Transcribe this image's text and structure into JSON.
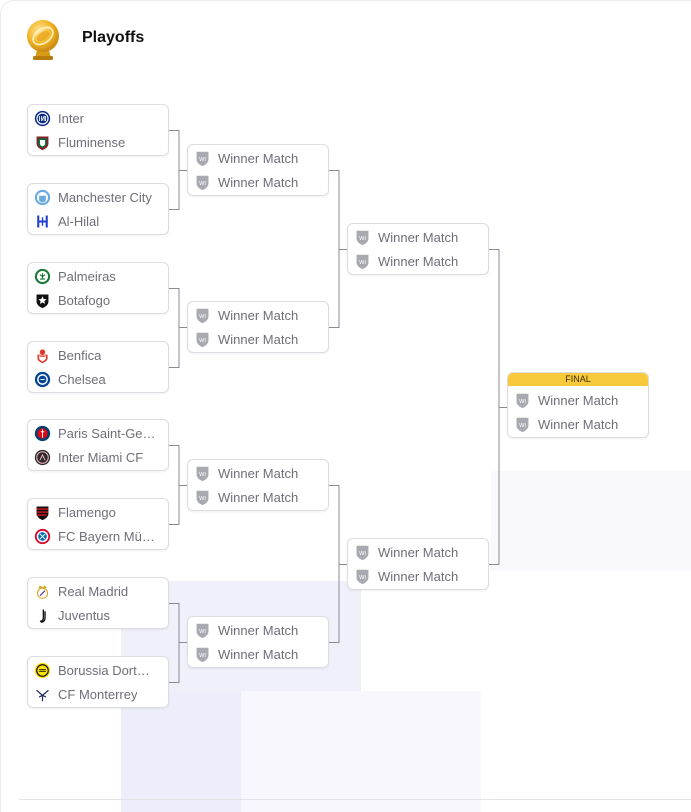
{
  "header": {
    "title": "Playoffs",
    "icon": "trophy-icon"
  },
  "colors": {
    "final_badge": "#f8c93a",
    "connector": "#8a8a94",
    "card_border": "#dcdce2"
  },
  "final_label": "FINAL",
  "round_of_16": [
    {
      "home": {
        "name": "Inter",
        "logo": "inter-logo"
      },
      "away": {
        "name": "Fluminense",
        "logo": "fluminense-logo"
      }
    },
    {
      "home": {
        "name": "Manchester City",
        "logo": "manchester-city-logo"
      },
      "away": {
        "name": "Al-Hilal",
        "logo": "al-hilal-logo"
      }
    },
    {
      "home": {
        "name": "Palmeiras",
        "logo": "palmeiras-logo"
      },
      "away": {
        "name": "Botafogo",
        "logo": "botafogo-logo"
      }
    },
    {
      "home": {
        "name": "Benfica",
        "logo": "benfica-logo"
      },
      "away": {
        "name": "Chelsea",
        "logo": "chelsea-logo"
      }
    },
    {
      "home": {
        "name": "Paris Saint-Germain",
        "logo": "psg-logo"
      },
      "away": {
        "name": "Inter Miami CF",
        "logo": "inter-miami-logo"
      }
    },
    {
      "home": {
        "name": "Flamengo",
        "logo": "flamengo-logo"
      },
      "away": {
        "name": "FC Bayern München",
        "logo": "bayern-logo"
      }
    },
    {
      "home": {
        "name": "Real Madrid",
        "logo": "real-madrid-logo"
      },
      "away": {
        "name": "Juventus",
        "logo": "juventus-logo"
      }
    },
    {
      "home": {
        "name": "Borussia Dortmund",
        "logo": "dortmund-logo"
      },
      "away": {
        "name": "CF Monterrey",
        "logo": "monterrey-logo"
      }
    }
  ],
  "quarterfinals": [
    {
      "home": {
        "name": "Winner Match"
      },
      "away": {
        "name": "Winner Match"
      }
    },
    {
      "home": {
        "name": "Winner Match"
      },
      "away": {
        "name": "Winner Match"
      }
    },
    {
      "home": {
        "name": "Winner Match"
      },
      "away": {
        "name": "Winner Match"
      }
    },
    {
      "home": {
        "name": "Winner Match"
      },
      "away": {
        "name": "Winner Match"
      }
    }
  ],
  "semifinals": [
    {
      "home": {
        "name": "Winner Match"
      },
      "away": {
        "name": "Winner Match"
      }
    },
    {
      "home": {
        "name": "Winner Match"
      },
      "away": {
        "name": "Winner Match"
      }
    }
  ],
  "final": {
    "home": {
      "name": "Winner Match"
    },
    "away": {
      "name": "Winner Match"
    }
  }
}
